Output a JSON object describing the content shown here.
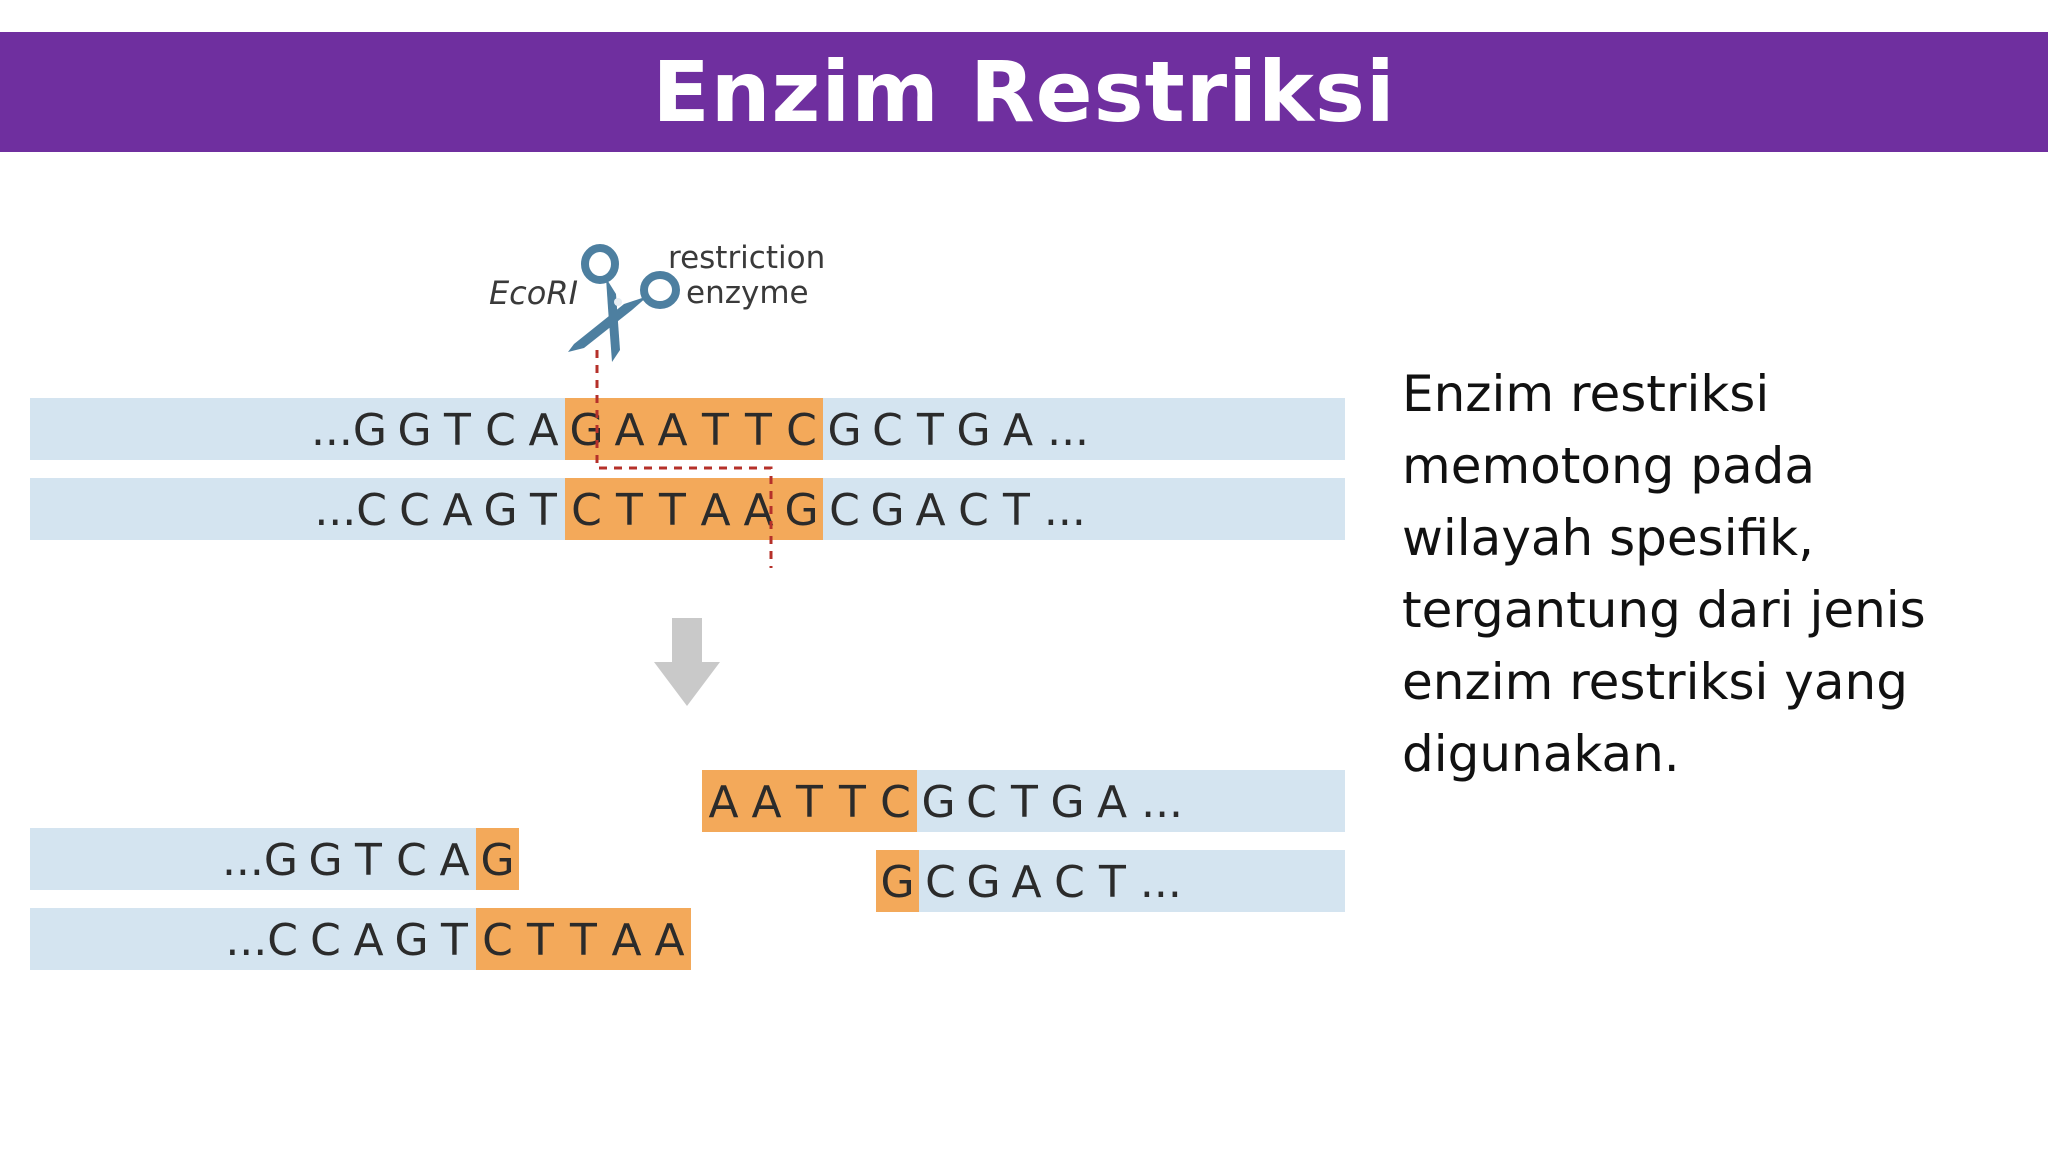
{
  "slide": {
    "title": "Enzim Restriksi",
    "description": "Enzim restriksi memotong pada wilayah spesifik, tergantung dari jenis enzim restriksi yang digunakan."
  },
  "diagram": {
    "enzyme_name": "EcoRI",
    "enzyme_label_line1": "restriction",
    "enzyme_label_line2": "enzyme",
    "icons": [
      "scissors-icon",
      "arrow-down-icon"
    ],
    "strands": {
      "top": [
        {
          "text": "...G",
          "hl": false
        },
        {
          "text": "G",
          "hl": false
        },
        {
          "text": "T",
          "hl": false
        },
        {
          "text": "C",
          "hl": false
        },
        {
          "text": "A",
          "hl": false
        },
        {
          "text": "G",
          "hl": true
        },
        {
          "text": "A",
          "hl": true
        },
        {
          "text": "A",
          "hl": true
        },
        {
          "text": "T",
          "hl": true
        },
        {
          "text": "T",
          "hl": true
        },
        {
          "text": "C",
          "hl": true
        },
        {
          "text": "G",
          "hl": false
        },
        {
          "text": "C",
          "hl": false
        },
        {
          "text": "T",
          "hl": false
        },
        {
          "text": "G",
          "hl": false
        },
        {
          "text": "A ...",
          "hl": false
        }
      ],
      "bottom": [
        {
          "text": "...C",
          "hl": false
        },
        {
          "text": "C",
          "hl": false
        },
        {
          "text": "A",
          "hl": false
        },
        {
          "text": "G",
          "hl": false
        },
        {
          "text": "T",
          "hl": false
        },
        {
          "text": "C",
          "hl": true
        },
        {
          "text": "T",
          "hl": true
        },
        {
          "text": "T",
          "hl": true
        },
        {
          "text": "A",
          "hl": true
        },
        {
          "text": "A",
          "hl": true
        },
        {
          "text": "G",
          "hl": true
        },
        {
          "text": "C",
          "hl": false
        },
        {
          "text": "G",
          "hl": false
        },
        {
          "text": "A",
          "hl": false
        },
        {
          "text": "C",
          "hl": false
        },
        {
          "text": "T ...",
          "hl": false
        }
      ],
      "left_top": [
        {
          "text": "...G",
          "hl": false
        },
        {
          "text": "G",
          "hl": false
        },
        {
          "text": "T",
          "hl": false
        },
        {
          "text": "C",
          "hl": false
        },
        {
          "text": "A",
          "hl": false
        },
        {
          "text": "G",
          "hl": true
        }
      ],
      "left_bottom": [
        {
          "text": "...C",
          "hl": false
        },
        {
          "text": "C",
          "hl": false
        },
        {
          "text": "A",
          "hl": false
        },
        {
          "text": "G",
          "hl": false
        },
        {
          "text": "T",
          "hl": false
        },
        {
          "text": "C",
          "hl": true
        },
        {
          "text": "T",
          "hl": true
        },
        {
          "text": "T",
          "hl": true
        },
        {
          "text": "A",
          "hl": true
        },
        {
          "text": "A",
          "hl": true
        }
      ],
      "right_top": [
        {
          "text": "A",
          "hl": true
        },
        {
          "text": "A",
          "hl": true
        },
        {
          "text": "T",
          "hl": true
        },
        {
          "text": "T",
          "hl": true
        },
        {
          "text": "C",
          "hl": true
        },
        {
          "text": "G",
          "hl": false
        },
        {
          "text": "C",
          "hl": false
        },
        {
          "text": "T",
          "hl": false
        },
        {
          "text": "G",
          "hl": false
        },
        {
          "text": "A ...",
          "hl": false
        }
      ],
      "right_bottom": [
        {
          "text": "G",
          "hl": true
        },
        {
          "text": "C",
          "hl": false
        },
        {
          "text": "G",
          "hl": false
        },
        {
          "text": "A",
          "hl": false
        },
        {
          "text": "C",
          "hl": false
        },
        {
          "text": "T ...",
          "hl": false
        }
      ]
    },
    "colors": {
      "title_bar": "#6f2f9f",
      "strand_band": "#d4e4f0",
      "highlight": "#f3a95a",
      "text": "#2b2b2b",
      "cut_line": "#b5302a",
      "scissors": "#4d7fa0",
      "arrow": "#c9c9c9"
    }
  }
}
